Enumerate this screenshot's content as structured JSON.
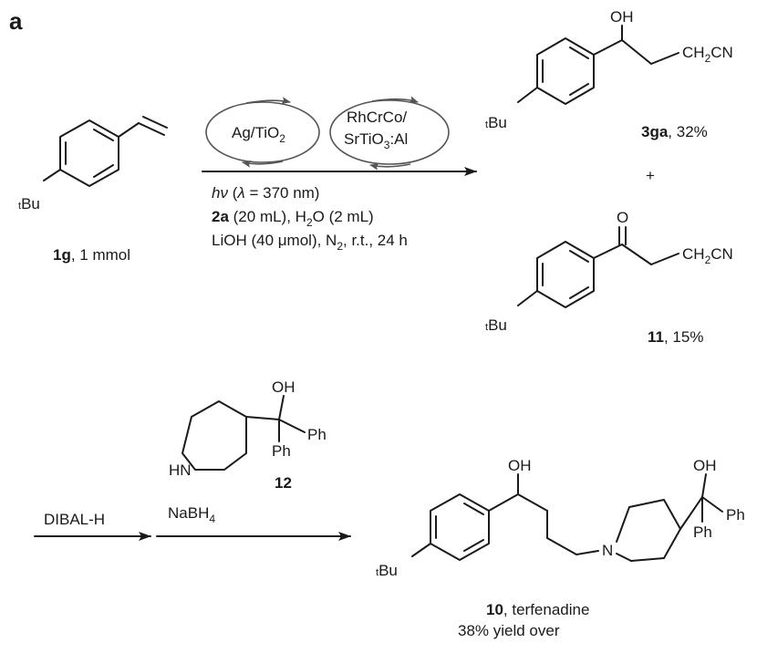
{
  "panel_label": "a",
  "tbu_label": "Bu",
  "tbu_sup": "t",
  "start_material": {
    "id": "1g",
    "amount": ", 1 mmol"
  },
  "catalysts": {
    "left": {
      "line1_main": "Ag/TiO",
      "line1_sub": "2"
    },
    "right": {
      "line1": "RhCrCo/",
      "line2_main": "SrTiO",
      "line2_sub": "3",
      "line2_tail": ":Al"
    }
  },
  "conditions": {
    "line1_a": "h",
    "line1_nu": "ν",
    "line1_b": " (",
    "line1_lambda": "λ",
    "line1_c": " = 370 nm)",
    "line2_bold": "2a",
    "line2_a": " (20 mL), H",
    "line2_sub": "2",
    "line2_b": "O (2 mL)",
    "line3_a": "LiOH (40 ",
    "line3_mu": "μ",
    "line3_b": "mol), N",
    "line3_sub": "2",
    "line3_c": ", r.t., 24 h"
  },
  "product_3ga": {
    "id": "3ga",
    "yield": ", 32%",
    "oh": "OH",
    "cn_a": "CH",
    "cn_sub": "2",
    "cn_b": "CN"
  },
  "plus": "+",
  "product_11": {
    "id": "11",
    "yield": ", 15%",
    "o": "O",
    "cn_a": "CH",
    "cn_sub": "2",
    "cn_b": "CN"
  },
  "reagent_12": {
    "id": "12",
    "oh": "OH",
    "ph1": "Ph",
    "ph2": "Ph",
    "hn": "HN"
  },
  "step2": {
    "reagent1": "DIBAL-H",
    "reagent2_main": "NaBH",
    "reagent2_sub": "4"
  },
  "product_10": {
    "id": "10",
    "name": ", terfenadine",
    "yield": "38% yield over",
    "oh1": "OH",
    "oh2": "OH",
    "ph1": "Ph",
    "ph2": "Ph",
    "n": "N"
  }
}
